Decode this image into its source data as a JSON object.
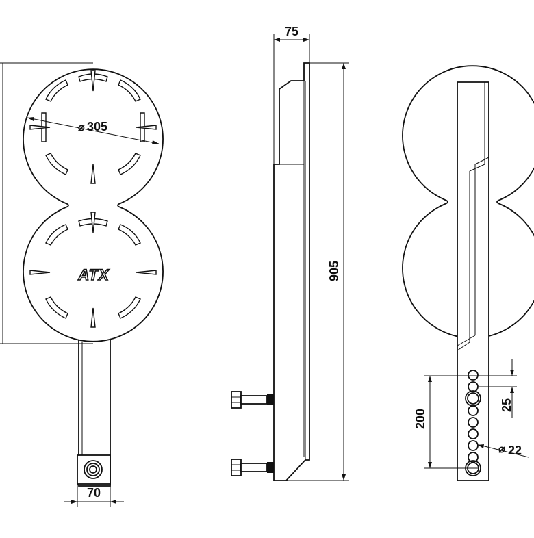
{
  "drawing": {
    "brand_logo": "ATX",
    "dimensions": {
      "plate_diameter": "305",
      "plate_diameter_symbol": "⌀",
      "width_top": "75",
      "total_height": "905",
      "stem_width": "70",
      "hole_span": "200",
      "hole_spacing": "25",
      "hole_diameter": "22",
      "hole_diameter_symbol": "⌀"
    }
  }
}
